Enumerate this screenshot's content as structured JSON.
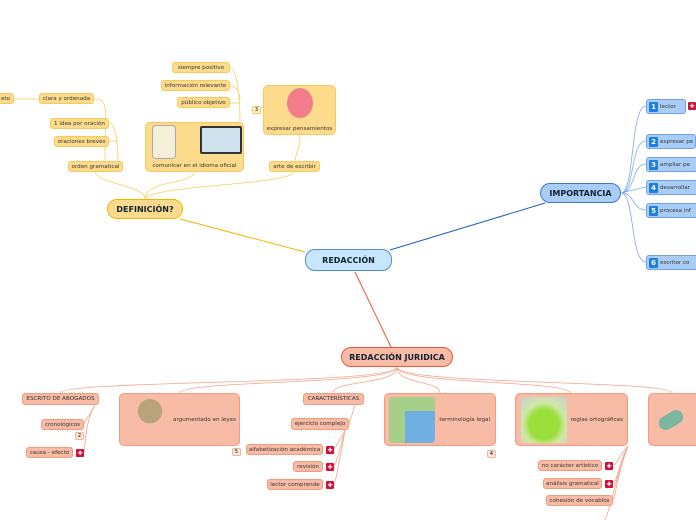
{
  "center": "REDACCIÓN",
  "definicion": {
    "title": "DEFINICIÓN?",
    "items": {
      "eto": "eto",
      "clara": "clara y ordenada",
      "idea": "1 idea por oración",
      "breves": "oraciones breves",
      "orden": "orden gramatical",
      "positivo": "siempre positivo",
      "relevante": "información relevante",
      "publico": "público objetivo",
      "comunicar": "comunicar en el idioma oficial",
      "expresar": "expresar pensamientos",
      "arte": "arte de escribir",
      "badge": "3"
    }
  },
  "importancia": {
    "title": "IMPORTANCIA",
    "items": [
      {
        "n": "1",
        "label": "lector"
      },
      {
        "n": "2",
        "label": "expresar pe"
      },
      {
        "n": "3",
        "label": "ampliar pe"
      },
      {
        "n": "4",
        "label": "desarrollar"
      },
      {
        "n": "5",
        "label": "procesa inf"
      },
      {
        "n": "6",
        "label": "escritor co"
      }
    ]
  },
  "juridica": {
    "title": "REDACCIÓN JURIDICA",
    "escrito": "ESCRITO DE ABOGADOS",
    "cronologicos": "cronológicos",
    "badge2": "2",
    "causa": "causa - efecto",
    "argumentado": "argumentado en leyes",
    "badge5": "5",
    "caracteristicas": "CARACTERÍSTICAS",
    "ejercicio": "ejercicio complejo",
    "alfabetizacion": "alfabetización académica",
    "revision": "revisión",
    "lector": "lector comprende",
    "terminologia": "terminología legal",
    "badge4": "4",
    "reglas": "reglas ortográficas",
    "nocaracter": "no carácter artístico",
    "analisis": "análisis gramatical",
    "cohesion": "cohesión de vocablos"
  },
  "colors": {
    "definicion": "#fddb8c",
    "importancia": "#a9cdf7",
    "juridica": "#f8bba6",
    "link_icon": "#d0103a"
  }
}
